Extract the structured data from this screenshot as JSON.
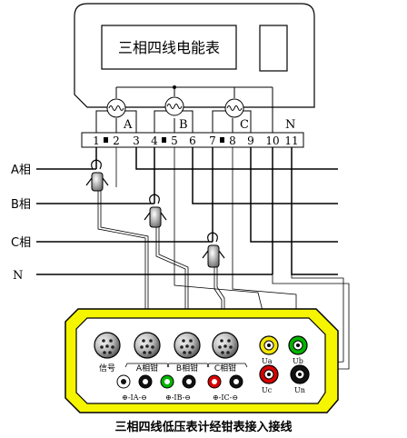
{
  "meter": {
    "title": "三相四线电能表",
    "terminals": [
      "1",
      "2",
      "3",
      "4",
      "5",
      "6",
      "7",
      "8",
      "9",
      "10",
      "11"
    ],
    "phase_letters": [
      "A",
      "B",
      "C",
      "N"
    ]
  },
  "lines": {
    "a": "A相",
    "b": "B相",
    "c": "C相",
    "n": "N"
  },
  "tester": {
    "ports": [
      "信号",
      "A相钳",
      "B相钳",
      "C相钳"
    ],
    "voltage_labels": [
      "Ua",
      "Ub",
      "Uc",
      "Un"
    ],
    "current_labels": [
      "⊕-IA-⊖",
      "⊕-IB-⊖",
      "⊕-IC-⊖"
    ],
    "colors": {
      "housing": "#f5f500",
      "panel": "#ffffff",
      "yellow_jack": "#f2e600",
      "green_jack": "#00b400",
      "red_jack": "#d80000",
      "black_jack": "#111111"
    }
  },
  "caption": "三相四线低压表计经钳表接入接线"
}
